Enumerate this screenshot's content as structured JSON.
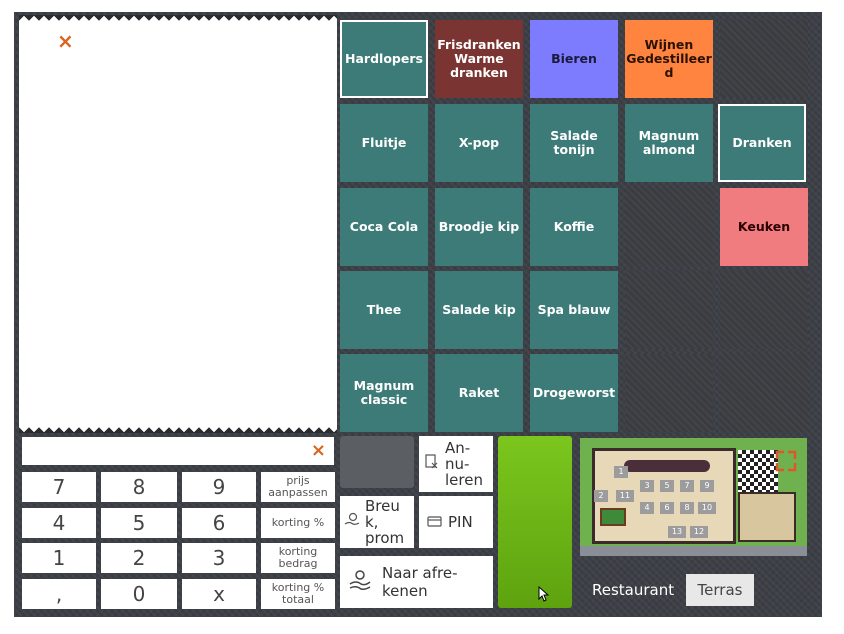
{
  "products": {
    "row1": [
      "Hardlopers",
      "Frisdranken Warme dranken",
      "Bieren",
      "Wijnen Gedestilleer d"
    ],
    "row2": [
      "Fluitje",
      "X-pop",
      "Salade tonijn",
      "Magnum almond",
      "Dranken"
    ],
    "row3": [
      "Coca Cola",
      "Broodje kip",
      "Koffie",
      "Keuken"
    ],
    "row4": [
      "Thee",
      "Salade kip",
      "Spa blauw"
    ],
    "row5": [
      "Magnum classic",
      "Raket",
      "Drogeworst"
    ]
  },
  "keypad": {
    "row1": [
      "7",
      "8",
      "9"
    ],
    "row2": [
      "4",
      "5",
      "6"
    ],
    "row3": [
      "1",
      "2",
      "3"
    ],
    "row4": [
      ",",
      "0",
      "x"
    ],
    "fn": [
      "prijs aanpassen",
      "korting %",
      "korting bedrag",
      "korting % totaal"
    ]
  },
  "actions": {
    "annuleren": "An- nu- leren",
    "breuk": "Breu k, prom",
    "pin": "PIN",
    "afrekenen": "Naar afre- kenen"
  },
  "close_glyph": "×",
  "rooms": {
    "label": "Restaurant",
    "tab": "Terras",
    "tables": [
      "1",
      "3",
      "5",
      "7",
      "9",
      "2",
      "11",
      "4",
      "6",
      "8",
      "10",
      "13",
      "12"
    ]
  },
  "colors": {
    "teal": "#3d7b78",
    "maroon": "#7a3532",
    "purple": "#7d7cff",
    "orange": "#ff8440",
    "pink": "#f17c7f",
    "pay_green": "#6ab416",
    "accent_x": "#d9651c"
  },
  "icons": {
    "cancel": "receipt-cancel-icon",
    "breuk": "hand-coin-icon",
    "pin": "card-icon",
    "checkout": "hand-money-icon"
  }
}
